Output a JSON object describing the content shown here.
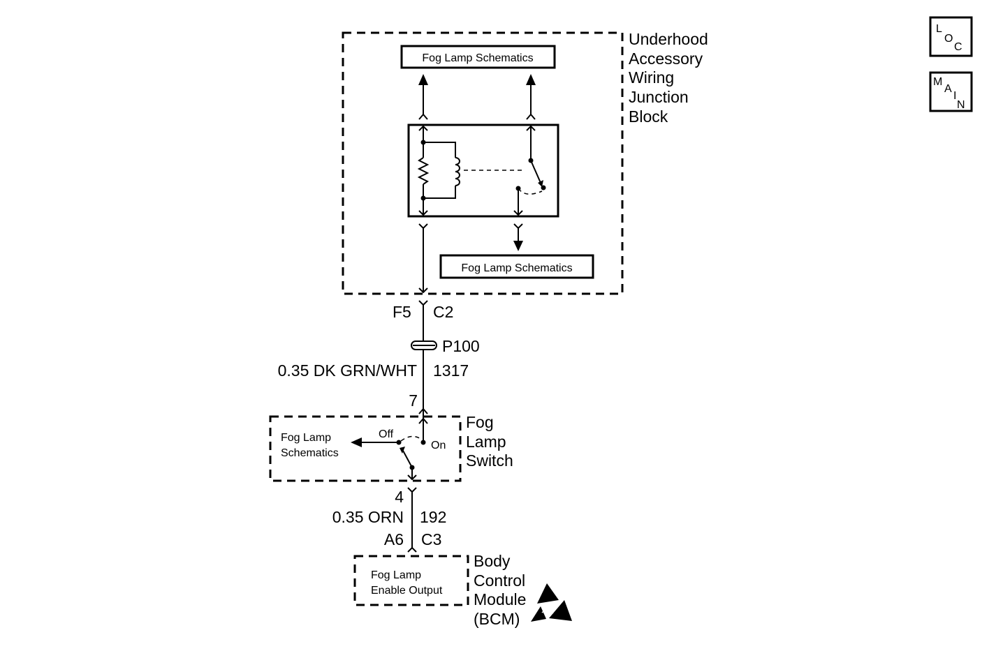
{
  "indicators": {
    "loc": {
      "l1": "L",
      "l2": "O",
      "l3": "C"
    },
    "main": {
      "l1": "M",
      "l2": "A",
      "l3": "I",
      "l4": "N"
    }
  },
  "junction_block": {
    "name_lines": [
      "Underhood",
      "Accessory",
      "Wiring",
      "Junction",
      "Block"
    ],
    "top_ref": "Fog Lamp Schematics",
    "bottom_ref": "Fog Lamp Schematics"
  },
  "connector_f5": {
    "pin": "F5",
    "connector": "C2"
  },
  "splice": {
    "label": "P100"
  },
  "wire_1317": {
    "gauge_color": "0.35 DK GRN/WHT",
    "circuit": "1317"
  },
  "switch": {
    "pin_in": "7",
    "pin_out": "4",
    "name_lines": [
      "Fog",
      "Lamp",
      "Switch"
    ],
    "ref_lines": [
      "Fog Lamp",
      "Schematics"
    ],
    "off_label": "Off",
    "on_label": "On"
  },
  "wire_192": {
    "gauge_color": "0.35 ORN",
    "circuit": "192"
  },
  "connector_a6": {
    "pin": "A6",
    "connector": "C3"
  },
  "bcm": {
    "name_lines": [
      "Body",
      "Control",
      "Module",
      "(BCM)"
    ],
    "output_lines": [
      "Fog Lamp",
      "Enable Output"
    ]
  },
  "colors": {
    "line": "#000000",
    "background": "#ffffff"
  }
}
